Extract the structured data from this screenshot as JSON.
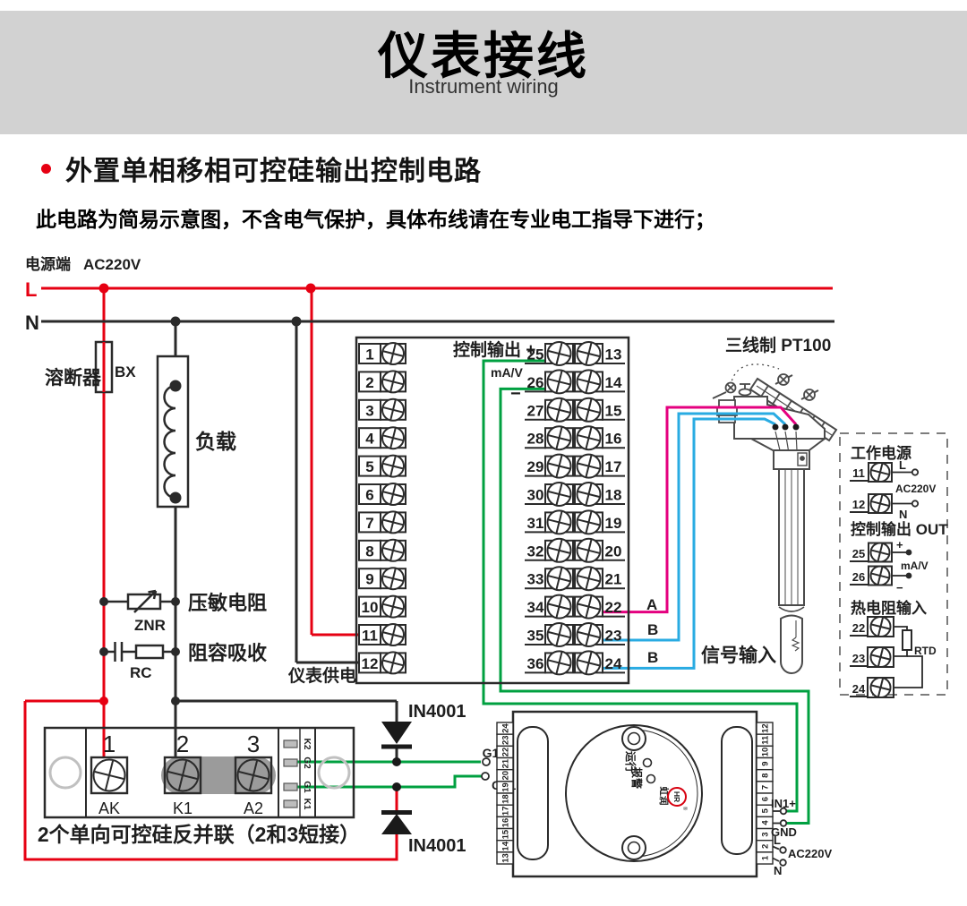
{
  "header": {
    "title": "仪表接线",
    "subtitle": "Instrument wiring"
  },
  "section": {
    "heading": "外置单相移相可控硅输出控制电路",
    "warning": "此电路为简易示意图，不含电气保护，具体布线请在专业电工指导下进行；"
  },
  "power": {
    "terminal_label": "电源端",
    "voltage": "AC220V",
    "live": "L",
    "neutral": "N"
  },
  "components": {
    "fuse_label": "溶断器",
    "fuse_code": "BX",
    "load_label": "负载",
    "varistor_label": "压敏电阻",
    "varistor_code": "ZNR",
    "rc_label": "阻容吸收",
    "rc_code": "RC",
    "instrument_power_label": "仪表供电",
    "diode_top_label": "IN4001",
    "diode_bottom_label": "IN4001"
  },
  "terminal_block": {
    "left": [
      "1",
      "2",
      "3",
      "4",
      "5",
      "6",
      "7",
      "8",
      "9",
      "10",
      "11",
      "12"
    ],
    "middle": [
      "25",
      "26",
      "27",
      "28",
      "29",
      "30",
      "31",
      "32",
      "33",
      "34",
      "35",
      "36"
    ],
    "right": [
      "13",
      "14",
      "15",
      "16",
      "17",
      "18",
      "19",
      "20",
      "21",
      "22",
      "23",
      "24"
    ],
    "control_output_label": "控制输出 +",
    "ma_v_label": "mA/V",
    "minus_label": "−"
  },
  "signal": {
    "a": "A",
    "b1": "B",
    "b2": "B",
    "label": "信号输入"
  },
  "sensor": {
    "label": "三线制 PT100"
  },
  "side_panel": {
    "working_power": {
      "title": "工作电源",
      "t11": "11",
      "t12": "12",
      "l": "L",
      "n": "N",
      "voltage": "AC220V"
    },
    "control_out": {
      "title": "控制输出 OUT",
      "t25": "25",
      "t26": "26",
      "plus": "+",
      "minus": "−",
      "ma_v": "mA/V"
    },
    "rtd": {
      "title": "热电阻输入",
      "t22": "22",
      "t23": "23",
      "t24": "24",
      "label": "RTD"
    }
  },
  "scr": {
    "terminals": [
      {
        "num": "1",
        "label": "AK"
      },
      {
        "num": "2",
        "label": "K1"
      },
      {
        "num": "3",
        "label": "A2"
      }
    ],
    "pins": [
      "K2",
      "G2",
      "G1",
      "K1"
    ],
    "caption": "2个单向可控硅反并联（2和3短接）"
  },
  "trigger": {
    "g1": "G1",
    "gl1": "GL1",
    "left_strip": [
      "24",
      "23",
      "22",
      "21",
      "20",
      "19",
      "18",
      "17",
      "16",
      "15",
      "14",
      "13"
    ],
    "right_strip": [
      "12",
      "11",
      "10",
      "9",
      "8",
      "7",
      "6",
      "5",
      "4",
      "3",
      "2",
      "1"
    ],
    "run": "运行",
    "alarm": "报警",
    "brand": "虹润",
    "brand_mark": "HR",
    "reg": "®",
    "in1": "IN1+",
    "gnd": "GND",
    "l": "L",
    "n": "N",
    "voltage": "AC220V"
  },
  "colors": {
    "live": "#e60012",
    "neutral": "#2a2a2a",
    "green": "#00a040",
    "pink": "#e4007f",
    "blue": "#29abe2",
    "banner": "#d2d2d2",
    "brand_red": "#d7000f"
  }
}
